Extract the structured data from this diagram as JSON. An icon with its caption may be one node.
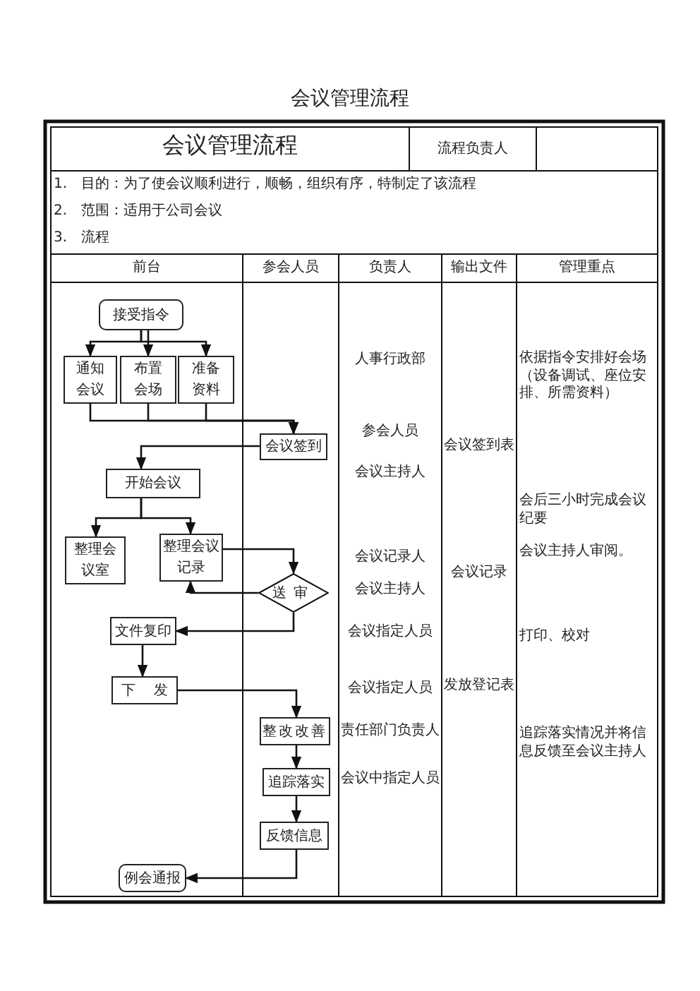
{
  "diagram": {
    "title": "会议管理流程",
    "nodes": [
      {
        "text": [
          "接受指令"
        ]
      },
      {
        "text": [
          "通知会议"
        ]
      },
      {
        "text": [
          "布置会场"
        ]
      },
      {
        "text": [
          "准备资料"
        ]
      },
      {
        "text": [
          "会议签到"
        ]
      },
      {
        "text": [
          "开始会议"
        ]
      },
      {
        "text": [
          "整理会议室"
        ]
      },
      {
        "text": [
          "整理会议记录"
        ]
      },
      {
        "text": [
          "送审"
        ]
      },
      {
        "text": [
          "文件复印"
        ]
      },
      {
        "text": [
          "下 发"
        ]
      },
      {
        "text": [
          "整改改善"
        ]
      },
      {
        "text": [
          "追踪落实"
        ]
      },
      {
        "text": [
          "反馈信息"
        ]
      },
      {
        "text": [
          "例会通报"
        ]
      }
    ],
    "edges": [
      {
        "from": 0,
        "to": 1,
        "arrow": "to"
      },
      {
        "from": 0,
        "to": 2,
        "arrow": "to"
      },
      {
        "from": 0,
        "to": 3,
        "arrow": "to"
      },
      {
        "from": 1,
        "to": 4,
        "arrow": "to"
      },
      {
        "from": 2,
        "to": 4,
        "arrow": "to"
      },
      {
        "from": 3,
        "to": 4,
        "arrow": "to"
      },
      {
        "from": 4,
        "to": 5,
        "arrow": "to"
      },
      {
        "from": 5,
        "to": 6,
        "arrow": "to"
      },
      {
        "from": 5,
        "to": 7,
        "arrow": "to"
      },
      {
        "from": 7,
        "to": 8,
        "arrow": "to"
      },
      {
        "from": 8,
        "to": 7,
        "arrow": "to"
      },
      {
        "from": 8,
        "to": 9,
        "arrow": "to"
      },
      {
        "from": 9,
        "to": 10,
        "arrow": "to"
      },
      {
        "from": 10,
        "to": 11,
        "arrow": "to"
      },
      {
        "from": 11,
        "to": 12,
        "arrow": "to"
      },
      {
        "from": 12,
        "to": 13,
        "arrow": "to"
      },
      {
        "from": 13,
        "to": 14,
        "arrow": "to"
      }
    ],
    "labels": [
      "会议管理流程",
      "流程负责人",
      "1.　目的：为了使会议顺利进行，顺畅，组织有序，特制定了该流程",
      "2.　范围：适用于公司会议",
      "3.　流程",
      "前台",
      "参会人员",
      "负责人",
      "输出文件",
      "管理重点",
      "人事行政部",
      "依据指令安排好会场（设备调试、座位安排、所需资料）",
      "参会人员",
      "会议签到表",
      "会议主持人",
      "会后三小时完成会议纪要",
      "会议主持人审阅。",
      "会议记录人",
      "会议记录",
      "会议主持人",
      "会议指定人员",
      "打印、校对",
      "会议指定人员",
      "发放登记表",
      "责任部门负责人",
      "追踪落实情况并将信息反馈至会议主持人",
      "会议中指定人员"
    ]
  }
}
